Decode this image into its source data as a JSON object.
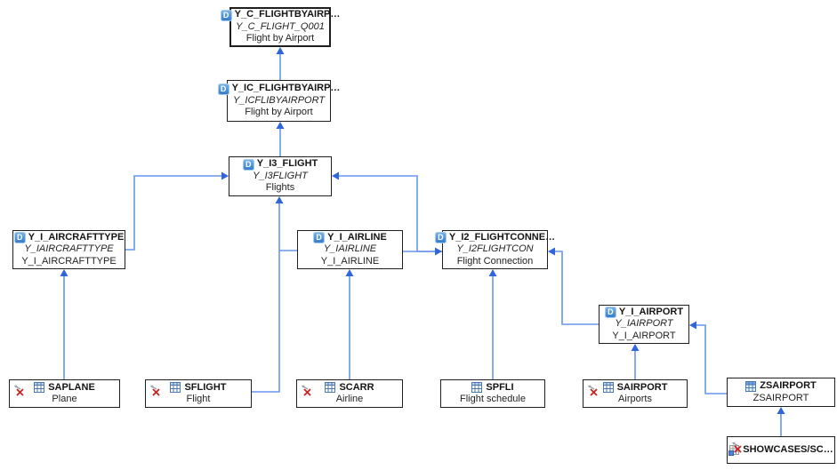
{
  "colors": {
    "connector": "#6996ee",
    "arrowhead": "#2f66dd",
    "cds_badge": "#3a86d2",
    "error_x": "#cc2222",
    "node_border": "#1f1f1f",
    "background": "#ffffff"
  },
  "icons": {
    "cds_glyph": "D"
  },
  "nodes": {
    "y_c": {
      "title": "Y_C_FLIGHTBYAIRP…",
      "technical": "Y_C_FLIGHT_Q001",
      "description": "Flight by Airport",
      "icon": "cds-view-icon"
    },
    "y_ic": {
      "title": "Y_IC_FLIGHTBYAIRP…",
      "technical": "Y_ICFLIBYAIRPORT",
      "description": "Flight by Airport",
      "icon": "cds-view-icon"
    },
    "y_i3": {
      "title": "Y_I3_FLIGHT",
      "technical": "Y_I3FLIGHT",
      "description": "Flights",
      "icon": "cds-view-icon"
    },
    "y_i_aircrafttype": {
      "title": "Y_I_AIRCRAFTTYPE",
      "technical": "Y_IAIRCRAFTTYPE",
      "description": "Y_I_AIRCRAFTTYPE",
      "icon": "cds-view-icon"
    },
    "y_i_airline": {
      "title": "Y_I_AIRLINE",
      "technical": "Y_IAIRLINE",
      "description": "Y_I_AIRLINE",
      "icon": "cds-view-icon"
    },
    "y_i2": {
      "title": "Y_I2_FLIGHTCONNE…",
      "technical": "Y_I2FLIGHTCON",
      "description": "Flight Connection",
      "icon": "cds-view-icon"
    },
    "y_i_airport": {
      "title": "Y_I_AIRPORT",
      "technical": "Y_IAIRPORT",
      "description": "Y_I_AIRPORT",
      "icon": "cds-view-icon"
    },
    "saplane": {
      "title": "SAPLANE",
      "description": "Plane",
      "icon": "table-icon",
      "overlay_icon": "error-red-x-icon"
    },
    "sflight": {
      "title": "SFLIGHT",
      "description": "Flight",
      "icon": "table-icon",
      "overlay_icon": "error-red-x-icon"
    },
    "scarr": {
      "title": "SCARR",
      "description": "Airline",
      "icon": "table-icon",
      "overlay_icon": "error-red-x-icon"
    },
    "spfli": {
      "title": "SPFLI",
      "description": "Flight schedule",
      "icon": "table-icon"
    },
    "sairport": {
      "title": "SAIRPORT",
      "description": "Airports",
      "icon": "table-icon",
      "overlay_icon": "error-red-x-icon"
    },
    "zsairport": {
      "title": "ZSAIRPORT",
      "description": "ZSAIRPORT",
      "icon": "view-table-icon"
    },
    "showcases": {
      "title": "SHOWCASES/SC…",
      "icon": "ddl-source-icon",
      "overlay_icon": "error-red-x-icon"
    }
  },
  "edges": [
    {
      "from": "Y_IC_FLIGHTBYAIRP…",
      "to": "Y_C_FLIGHTBYAIRP…"
    },
    {
      "from": "Y_I3_FLIGHT",
      "to": "Y_IC_FLIGHTBYAIRP…"
    },
    {
      "from": "Y_I_AIRCRAFTTYPE",
      "to": "Y_I3_FLIGHT"
    },
    {
      "from": "SFLIGHT",
      "to": "Y_I3_FLIGHT"
    },
    {
      "from": "Y_I_AIRLINE",
      "to": "Y_I3_FLIGHT"
    },
    {
      "from": "Y_I_AIRLINE",
      "to": "Y_I2_FLIGHTCONNE…"
    },
    {
      "from": "Y_I2_FLIGHTCONNE…",
      "to": "Y_I3_FLIGHT"
    },
    {
      "from": "SCARR",
      "to": "Y_I_AIRLINE"
    },
    {
      "from": "SPFLI",
      "to": "Y_I2_FLIGHTCONNE…"
    },
    {
      "from": "Y_I_AIRPORT",
      "to": "Y_I2_FLIGHTCONNE…"
    },
    {
      "from": "SAIRPORT",
      "to": "Y_I_AIRPORT"
    },
    {
      "from": "ZSAIRPORT",
      "to": "Y_I_AIRPORT"
    },
    {
      "from": "SHOWCASES/SC…",
      "to": "ZSAIRPORT"
    },
    {
      "from": "SAPLANE",
      "to": "Y_I_AIRCRAFTTYPE"
    }
  ]
}
